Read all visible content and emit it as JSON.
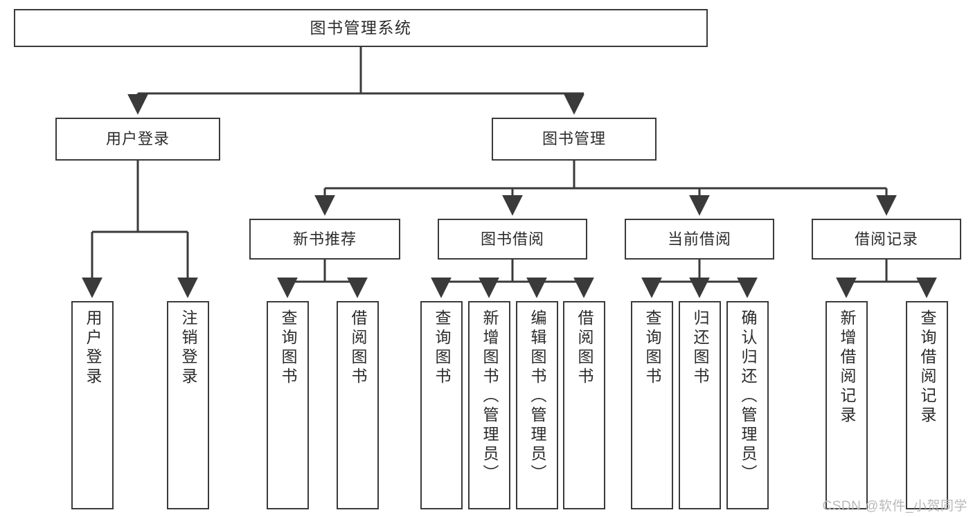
{
  "diagram": {
    "type": "tree-hierarchy-chart",
    "title": "图书管理系统",
    "watermark": "CSDN @软件_小贺同学",
    "colors": {
      "box_border": "#3a3a3a",
      "box_fill": "#ffffff",
      "edge": "#3a3a3a",
      "text": "#2b2b2b",
      "watermark": "#b9b9b9",
      "background": "#ffffff"
    },
    "nodes": {
      "root": {
        "id": "root",
        "label": "图书管理系统",
        "level": 1,
        "orientation": "horizontal"
      },
      "level2": [
        {
          "id": "user-login",
          "label": "用户登录",
          "level": 2,
          "orientation": "horizontal"
        },
        {
          "id": "book-manage",
          "label": "图书管理",
          "level": 2,
          "orientation": "horizontal"
        }
      ],
      "level3": [
        {
          "id": "new-book-recommend",
          "label": "新书推荐",
          "level": 3,
          "orientation": "horizontal",
          "parent": "book-manage"
        },
        {
          "id": "book-borrow",
          "label": "图书借阅",
          "level": 3,
          "orientation": "horizontal",
          "parent": "book-manage"
        },
        {
          "id": "current-borrow",
          "label": "当前借阅",
          "level": 3,
          "orientation": "horizontal",
          "parent": "book-manage"
        },
        {
          "id": "borrow-record",
          "label": "借阅记录",
          "level": 3,
          "orientation": "horizontal",
          "parent": "book-manage"
        }
      ],
      "leaves": [
        {
          "id": "leaf-user-login",
          "label": "用户登录",
          "orientation": "vertical",
          "parent": "user-login"
        },
        {
          "id": "leaf-user-logout",
          "label": "注销登录",
          "orientation": "vertical",
          "parent": "user-login"
        },
        {
          "id": "leaf-query-book-1",
          "label": "查询图书",
          "orientation": "vertical",
          "parent": "new-book-recommend"
        },
        {
          "id": "leaf-borrow-book-1",
          "label": "借阅图书",
          "orientation": "vertical",
          "parent": "new-book-recommend"
        },
        {
          "id": "leaf-query-book-2",
          "label": "查询图书",
          "orientation": "vertical",
          "parent": "book-borrow"
        },
        {
          "id": "leaf-add-book",
          "label": "新增图书（管理员）",
          "orientation": "vertical",
          "parent": "book-borrow"
        },
        {
          "id": "leaf-edit-book",
          "label": "编辑图书（管理员）",
          "orientation": "vertical",
          "parent": "book-borrow"
        },
        {
          "id": "leaf-borrow-book-2",
          "label": "借阅图书",
          "orientation": "vertical",
          "parent": "book-borrow"
        },
        {
          "id": "leaf-query-book-3",
          "label": "查询图书",
          "orientation": "vertical",
          "parent": "current-borrow"
        },
        {
          "id": "leaf-return-book",
          "label": "归还图书",
          "orientation": "vertical",
          "parent": "current-borrow"
        },
        {
          "id": "leaf-confirm-return",
          "label": "确认归还（管理员）",
          "orientation": "vertical",
          "parent": "current-borrow"
        },
        {
          "id": "leaf-add-record",
          "label": "新增借阅记录",
          "orientation": "vertical",
          "parent": "borrow-record"
        },
        {
          "id": "leaf-query-record",
          "label": "查询借阅记录",
          "orientation": "vertical",
          "parent": "borrow-record"
        }
      ]
    }
  }
}
